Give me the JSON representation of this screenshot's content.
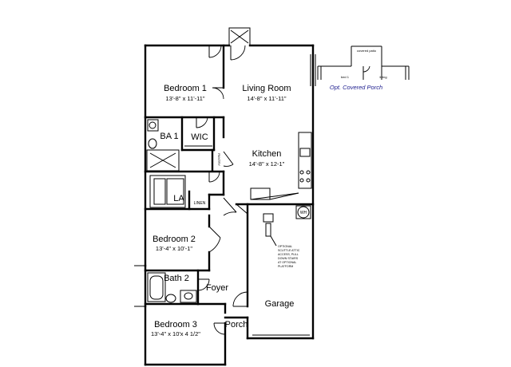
{
  "rooms": {
    "bedroom1": {
      "name": "Bedroom 1",
      "dims": "13'-8\" x 11'-11\""
    },
    "living": {
      "name": "Living Room",
      "dims": "14'-8\" x 11'-11\""
    },
    "kitchen": {
      "name": "Kitchen",
      "dims": "14'-8\" x 12-1\""
    },
    "bath1": {
      "name": "BA 1"
    },
    "wic": {
      "name": "WIC"
    },
    "la": {
      "name": "LA"
    },
    "linen": {
      "name": "LINEN"
    },
    "pantry": {
      "name": "PANTRY"
    },
    "wh": {
      "name": "WH"
    },
    "bedroom2": {
      "name": "Bedroom 2",
      "dims": "13'-4\" x 10'-1\""
    },
    "bath2": {
      "name": "Bath 2"
    },
    "foyer": {
      "name": "Foyer"
    },
    "garage": {
      "name": "Garage"
    },
    "bedroom3": {
      "name": "Bedroom 3",
      "dims": "13'-4\" x 10'x 4 1/2\""
    },
    "porch": {
      "name": "Porch"
    }
  },
  "garage_note": [
    "OPTIONAL",
    "SCUTTLE ATTIC",
    "ACCESS, PULL",
    "DOWN STAIRS",
    "AT OPTIONAL",
    "PLATFORM"
  ],
  "inset": {
    "covered_patio": "covered patio",
    "bed": "bed 1",
    "living": "living",
    "caption": "Opt. Covered Porch"
  }
}
